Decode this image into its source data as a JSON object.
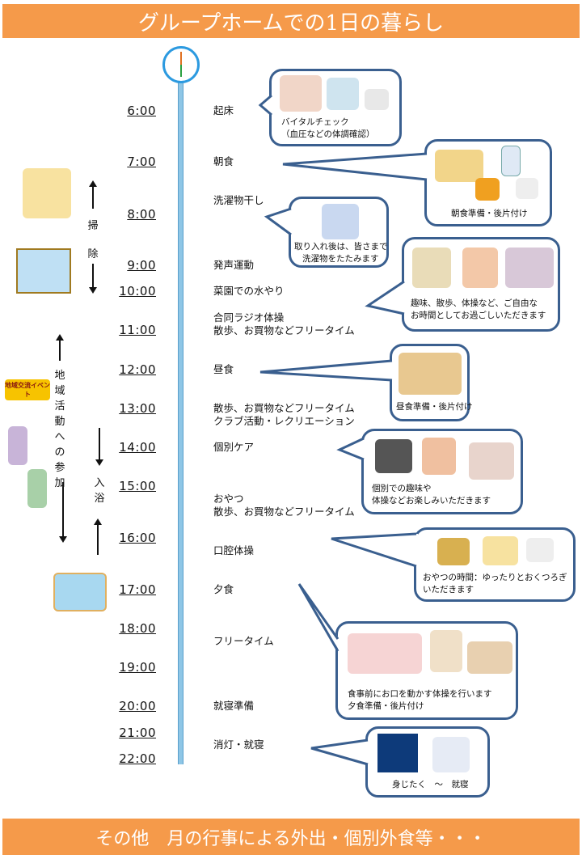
{
  "header": {
    "title": "グループホームでの1日の暮らし"
  },
  "footer": {
    "text": "その他　月の行事による外出・個別外食等・・・"
  },
  "colors": {
    "banner": "#f59a4a",
    "timeline": "#8ec6e6",
    "bubble_border": "#3a5f8f"
  },
  "timeline": {
    "times": [
      "6:00",
      "7:00",
      "8:00",
      "9:00",
      "10:00",
      "11:00",
      "12:00",
      "13:00",
      "14:00",
      "15:00",
      "16:00",
      "17:00",
      "18:00",
      "19:00",
      "20:00",
      "21:00",
      "22:00"
    ],
    "activities": [
      "起床",
      "朝食",
      "洗濯物干し",
      "発声運動",
      "菜園での水やり",
      "合同ラジオ体操",
      "散歩、お買物などフリータイム",
      "昼食",
      "散歩、お買物などフリータイム",
      "クラブ活動・レクリエーション",
      "個別ケア",
      "おやつ",
      "散歩、お買物などフリータイム",
      "口腔体操",
      "夕食",
      "フリータイム",
      "就寝準備",
      "消灯・就寝"
    ]
  },
  "bubbles": [
    {
      "lines": [
        "バイタルチェック",
        "（血圧などの体調確認）"
      ],
      "icons": [
        "caregiver-elder-icon",
        "blood-pressure-icon",
        "thermometer-icon"
      ]
    },
    {
      "lines": [
        "朝食準備・後片付け"
      ],
      "icons": [
        "breakfast-icon",
        "milk-icon",
        "toaster-icon",
        "coffee-icon"
      ]
    },
    {
      "lines": [
        "取り入れ後は、皆さまで",
        "洗濯物をたたみます"
      ],
      "icons": [
        "laundry-icon"
      ]
    },
    {
      "lines": [
        "趣味、散歩、体操など、ご自由な",
        "お時間としてお過ごしいただきます"
      ],
      "icons": [
        "gardening-icon",
        "shopping-icon",
        "exercise-icon"
      ]
    },
    {
      "lines": [
        "昼食準備・後片付け"
      ],
      "icons": [
        "lunch-icon"
      ]
    },
    {
      "lines": [
        "個別での趣味や",
        "体操などお楽しみいただきます"
      ],
      "icons": [
        "calligraphy-icon",
        "flower-arranging-icon",
        "group-exercise-icon"
      ]
    },
    {
      "lines": [
        "おやつの時間：ゆったりとおくつろぎ",
        "いただきます"
      ],
      "icons": [
        "fruit-basket-icon",
        "cake-icon",
        "tea-icon"
      ]
    },
    {
      "lines": [
        "食事前にお口を動かす体操を行います",
        "夕食準備・後片付け"
      ],
      "icons": [
        "mouth-exercise-icon",
        "cooking-icon",
        "dinner-icon"
      ]
    },
    {
      "lines": [
        "身じたく　～　就寝"
      ],
      "icons": [
        "night-sky-icon",
        "sleeping-icon"
      ]
    }
  ],
  "side": {
    "cleaning": [
      "掃",
      "除"
    ],
    "community": "地域活動への参加",
    "bath": [
      "入",
      "浴"
    ],
    "event_badge": "地域交流イベント"
  }
}
